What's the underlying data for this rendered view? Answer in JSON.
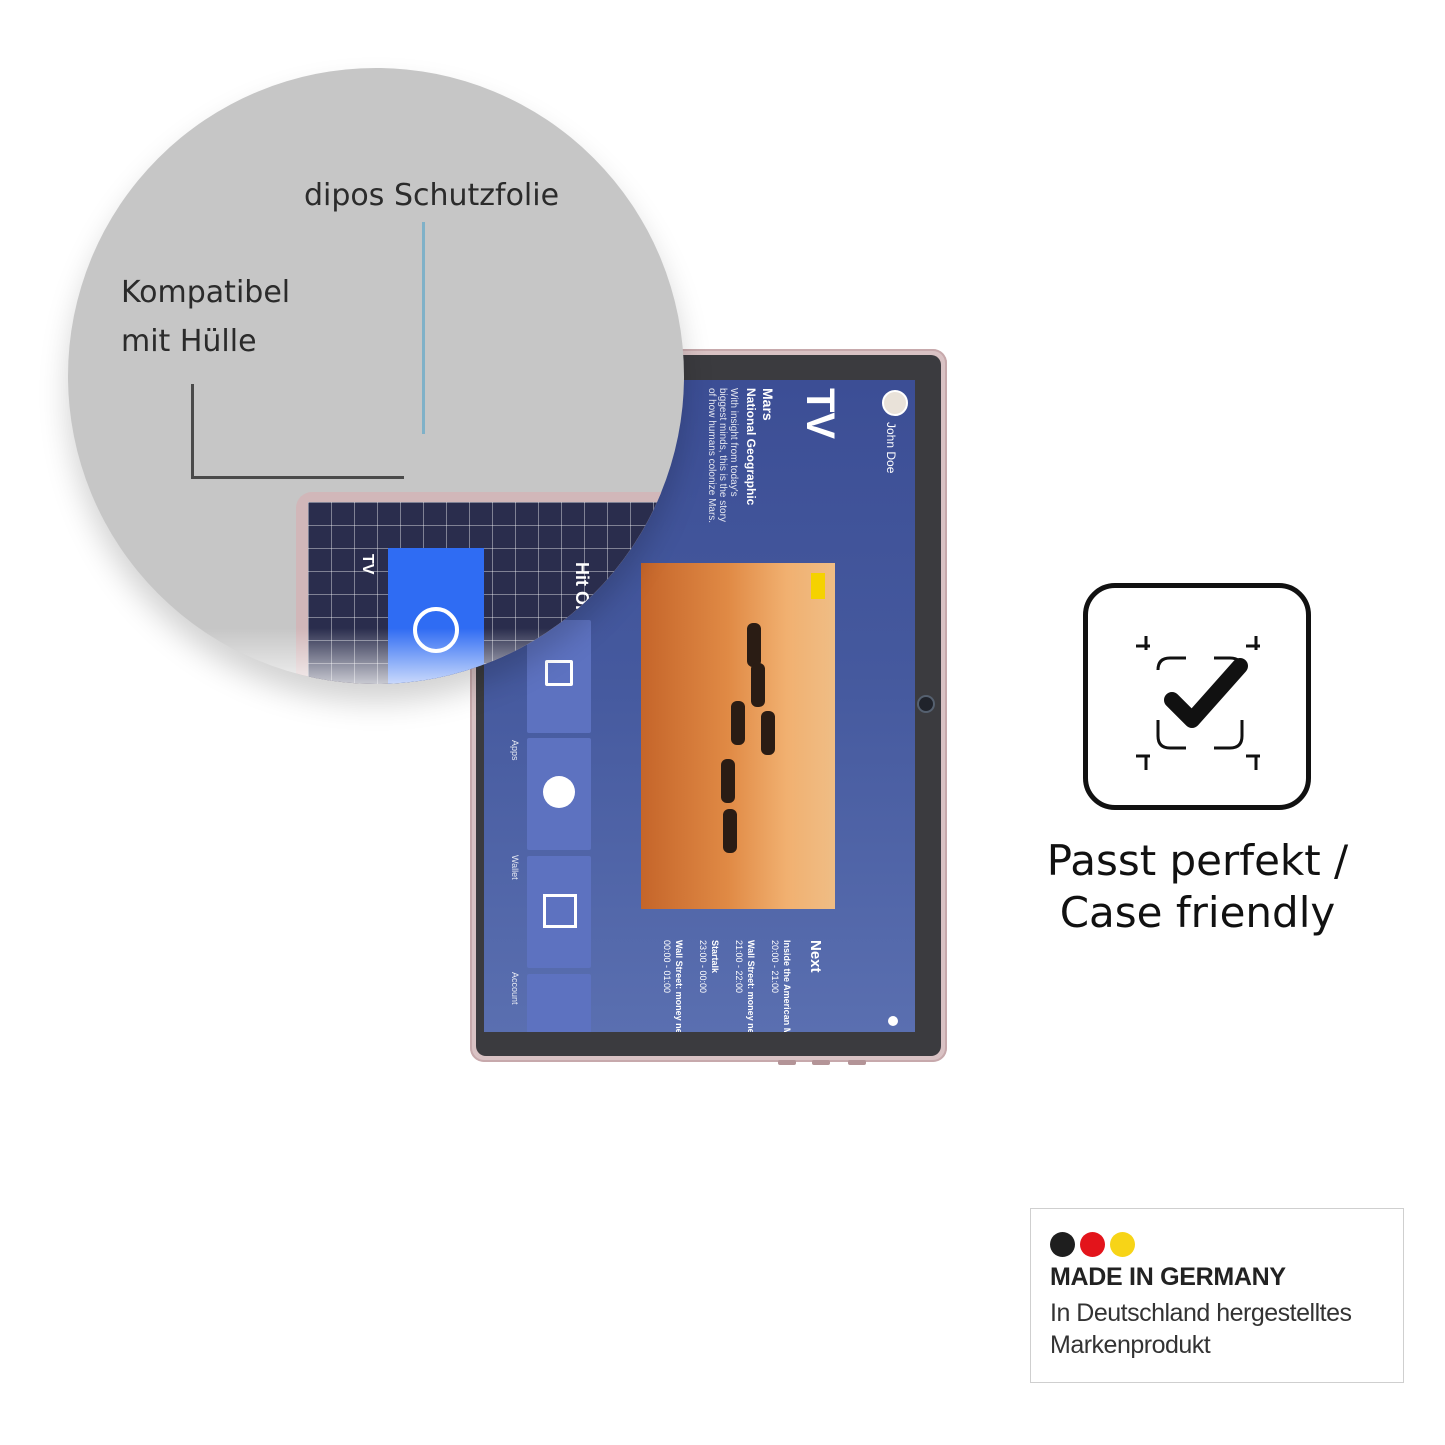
{
  "callouts": {
    "product": "dipos Schutzfolie",
    "compat_line1": "Kompatibel",
    "compat_line2": "mit Hülle"
  },
  "tablet_screen": {
    "user_name": "John Doe",
    "section_title": "TV",
    "show_title": "Mars",
    "channel": "National Geographic",
    "description": "With insight from today's biggest minds, this is the story of how humans colonize Mars.",
    "next_heading": "Next",
    "next_items": [
      {
        "title": "Inside the American M",
        "time": "20:00 - 21:00"
      },
      {
        "title": "Wall Street: money ne",
        "time": "21:00 - 22:00"
      },
      {
        "title": "Startalk",
        "time": "23:00 - 00:00"
      },
      {
        "title": "Wall Street: money ne",
        "time": "00:00 - 01:00"
      }
    ],
    "nav_labels": [
      "Apps",
      "Wallet",
      "Account"
    ],
    "magnified_tab": "TV",
    "magnified_button": "Hit Ok"
  },
  "feature": {
    "label_line1": "Passt perfekt /",
    "label_line2": "Case friendly",
    "icon": "checkmark-in-frame-icon"
  },
  "badge": {
    "title": "MADE IN GERMANY",
    "line1": "In Deutschland hergestelltes",
    "line2": "Markenprodukt",
    "flag_colors": [
      "#1e1e1e",
      "#e3141b",
      "#f7d417"
    ]
  },
  "colors": {
    "leader_blue": "#7fb1c8",
    "leader_dark": "#4a4a4a",
    "screen_blue": "#45599e"
  }
}
